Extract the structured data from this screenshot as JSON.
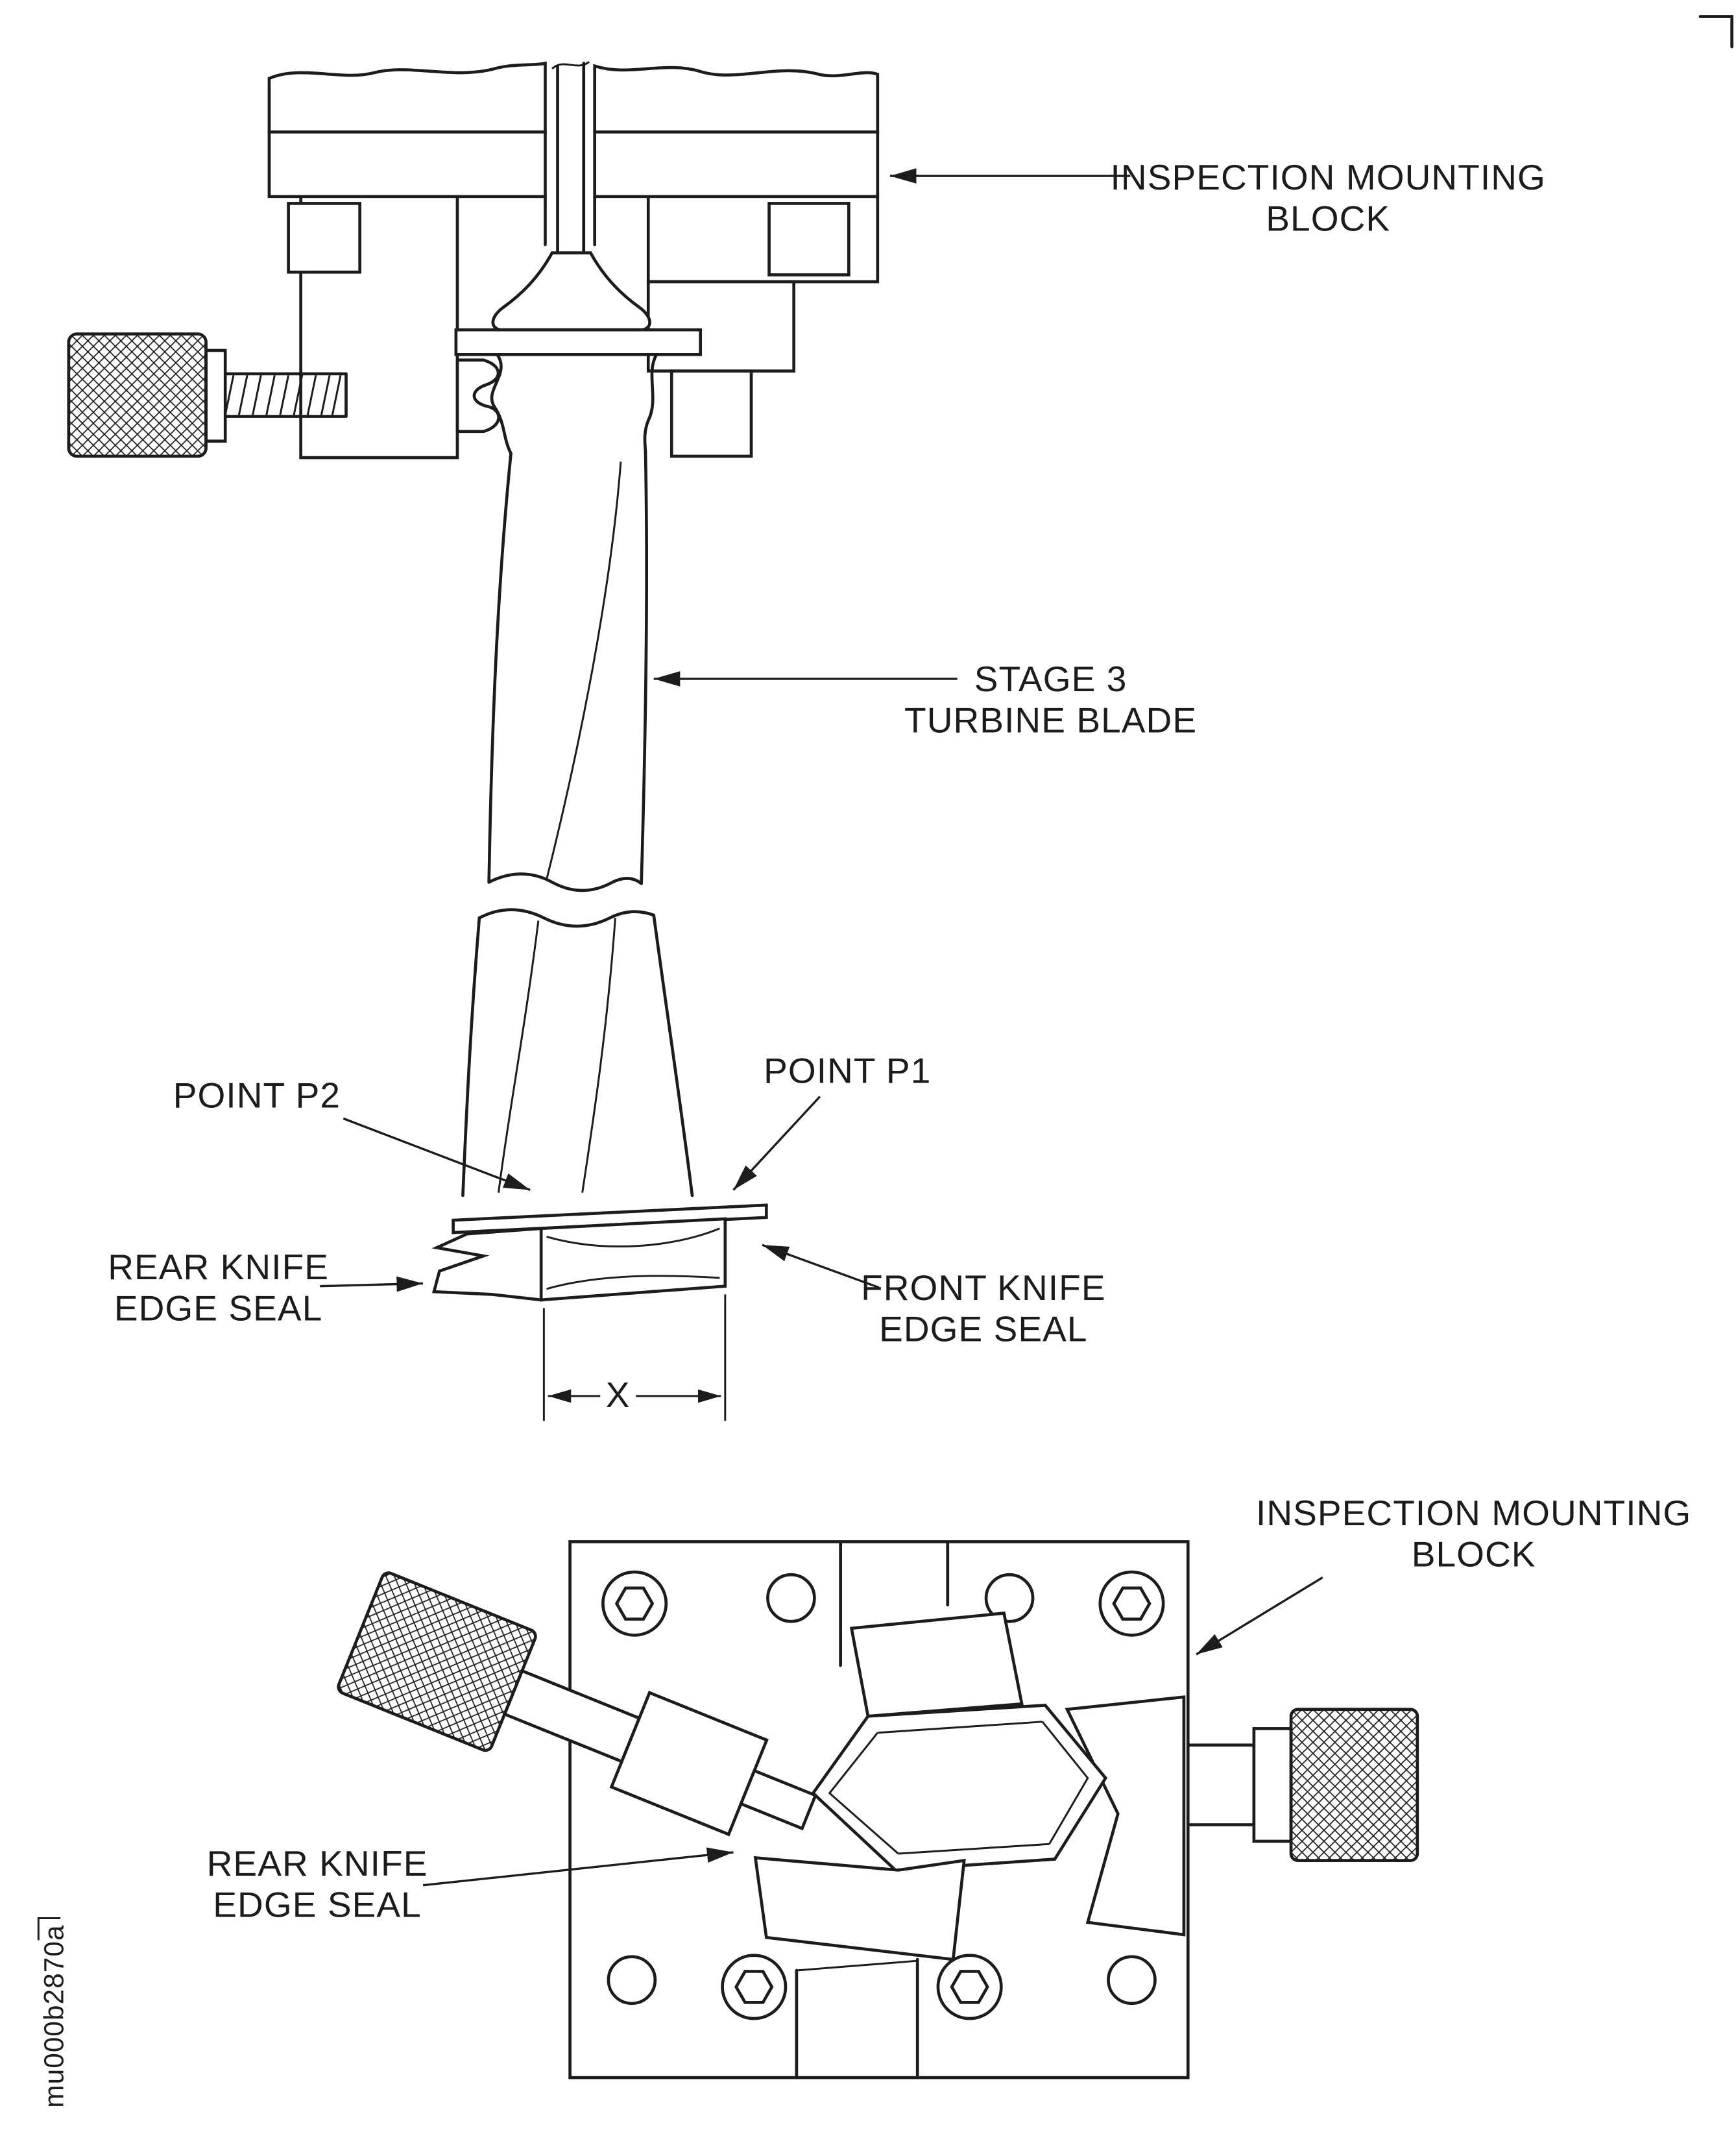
{
  "colors": {
    "ink": "#1c1c1c",
    "background": "#ffffff"
  },
  "document": {
    "figure_id": "mu000b2870a"
  },
  "top_view": {
    "labels": {
      "inspection_mounting_block": [
        "INSPECTION MOUNTING",
        "BLOCK"
      ],
      "stage_3_turbine_blade": [
        "STAGE 3",
        "TURBINE BLADE"
      ],
      "point_p1": "POINT P1",
      "point_p2": "POINT P2",
      "rear_knife_edge_seal": [
        "REAR KNIFE",
        "EDGE SEAL"
      ],
      "front_knife_edge_seal": [
        "FRONT KNIFE",
        "EDGE SEAL"
      ],
      "dimension_x": "X"
    }
  },
  "bottom_view": {
    "labels": {
      "inspection_mounting_block": [
        "INSPECTION MOUNTING",
        "BLOCK"
      ],
      "rear_knife_edge_seal": [
        "REAR KNIFE",
        "EDGE SEAL"
      ]
    }
  }
}
